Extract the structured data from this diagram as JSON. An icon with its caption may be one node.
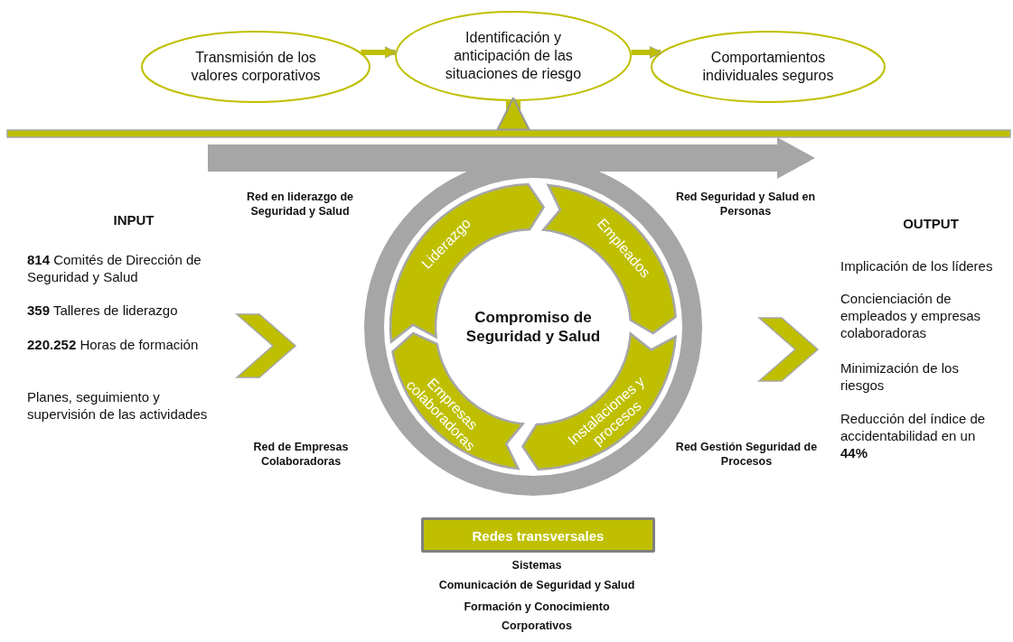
{
  "diagram": {
    "nodes": [
      {
        "text": [
          "Transmisión de los valores corporativos"
        ]
      },
      {
        "text": [
          "Identificación y anticipación de las situaciones de riesgo"
        ]
      },
      {
        "text": [
          "Comportamientos individuales seguros"
        ]
      },
      {
        "text": [
          "Liderazgo"
        ]
      },
      {
        "text": [
          "Empleados"
        ]
      },
      {
        "text": [
          "Instalaciones y procesos"
        ]
      },
      {
        "text": [
          "Empresas colaboradoras"
        ]
      },
      {
        "text": [
          "Compromiso de Seguridad y Salud"
        ]
      },
      {
        "text": [
          "Redes transversales"
        ]
      }
    ],
    "edges": [
      {
        "from": 0,
        "to": 1,
        "arrow": "to"
      },
      {
        "from": 1,
        "to": 2,
        "arrow": "to"
      },
      {
        "from": null,
        "to": 1,
        "arrow": "to",
        "style": "thick"
      }
    ],
    "labels": [
      "INPUT",
      "**814** Comités de Dirección de Seguridad y Salud",
      "**359** Talleres de liderazgo",
      "**220.252** Horas de formación",
      "Planes, seguimiento y supervisión de las actividades",
      "Red en liderazgo de Seguridad y Salud",
      "Red Seguridad y Salud en Personas",
      "OUTPUT",
      "Implicación de los líderes",
      "Concienciación de empleados y empresas colaboradoras",
      "Minimización de los riesgos",
      "Reducción del índice de accidentabilidad en un **44%**",
      "Red de Empresas Colaboradoras",
      "Red Gestión Seguridad de Procesos",
      "Sistemas",
      "Comunicación de Seguridad y Salud",
      "Formación y Conocimiento Corporativos"
    ]
  }
}
